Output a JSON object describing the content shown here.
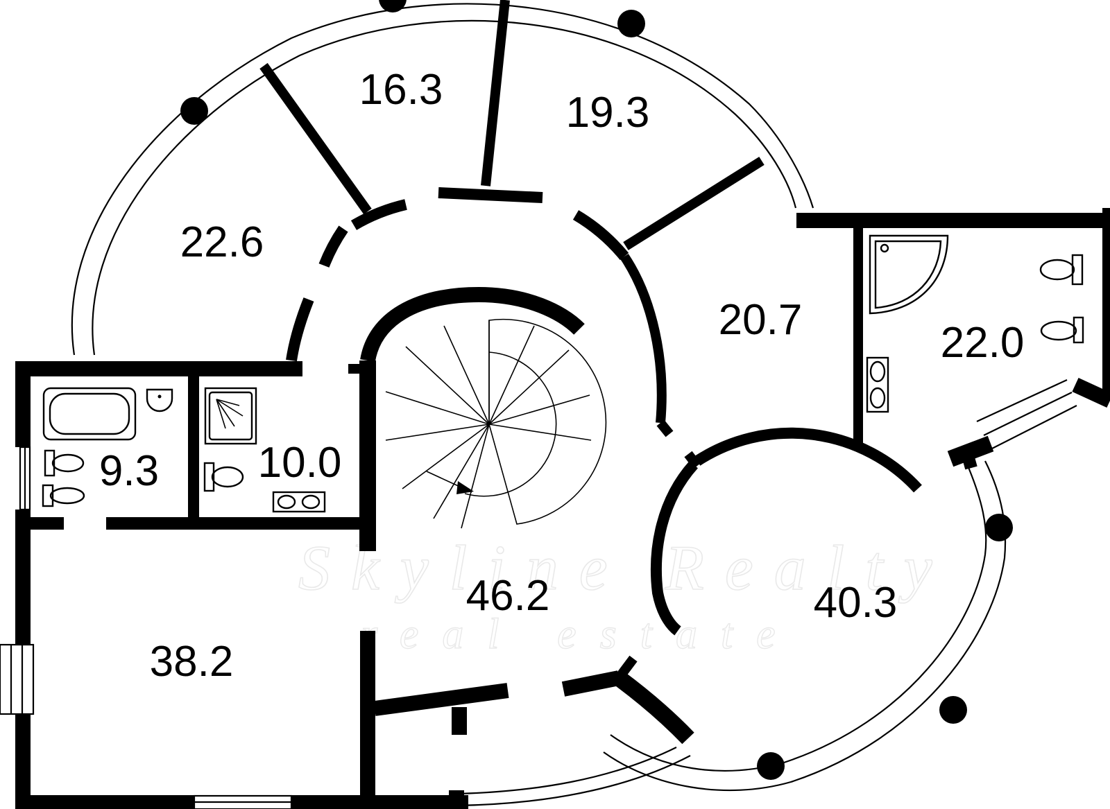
{
  "rooms": [
    {
      "id": "room-16-3",
      "label": "16.3"
    },
    {
      "id": "room-19-3",
      "label": "19.3"
    },
    {
      "id": "room-22-6",
      "label": "22.6"
    },
    {
      "id": "room-20-7",
      "label": "20.7"
    },
    {
      "id": "room-22-0",
      "label": "22.0"
    },
    {
      "id": "room-9-3",
      "label": "9.3"
    },
    {
      "id": "room-10-0",
      "label": "10.0"
    },
    {
      "id": "room-46-2",
      "label": "46.2"
    },
    {
      "id": "room-40-3",
      "label": "40.3"
    },
    {
      "id": "room-38-2",
      "label": "38.2"
    }
  ],
  "watermark": {
    "brand": "Skyline Realty",
    "tagline": "real estate"
  },
  "colors": {
    "walls": "#000000",
    "background": "#ffffff",
    "watermark": "#e9e9e9"
  },
  "icons": [
    "column-icon",
    "bathtub-icon",
    "shower-icon",
    "toilet-icon",
    "sink-icon",
    "stair-arrow-icon"
  ]
}
